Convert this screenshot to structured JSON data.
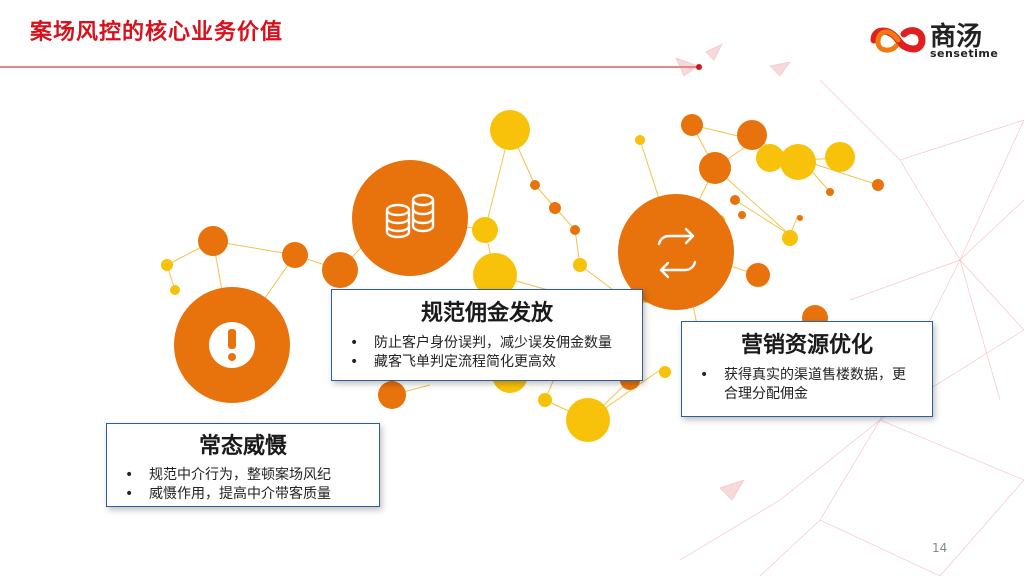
{
  "header": {
    "title": "案场风控的核心业务价值"
  },
  "logo": {
    "name_cn": "商汤",
    "name_en": "sensetime"
  },
  "cards": [
    {
      "title": "规范佣金发放",
      "bullets": [
        "防止客户身份误判，减少误发佣金数量",
        "藏客飞单判定流程简化更高效"
      ]
    },
    {
      "title": "营销资源优化",
      "bullets": [
        "获得真实的渠道售楼数据，更",
        "合理分配佣金"
      ]
    },
    {
      "title": "常态威慑",
      "bullets": [
        "规范中介行为，整顿案场风纪",
        "威慑作用，提高中介带客质量"
      ]
    }
  ],
  "footer": {
    "page_number": "14"
  },
  "colors": {
    "accent_red": "#d7121c",
    "orange": "#e8720c",
    "yellow": "#f8c20a",
    "card_border": "#2e5f9a"
  },
  "icons": [
    "exclamation-icon",
    "coins-icon",
    "refresh-arrows-icon"
  ]
}
